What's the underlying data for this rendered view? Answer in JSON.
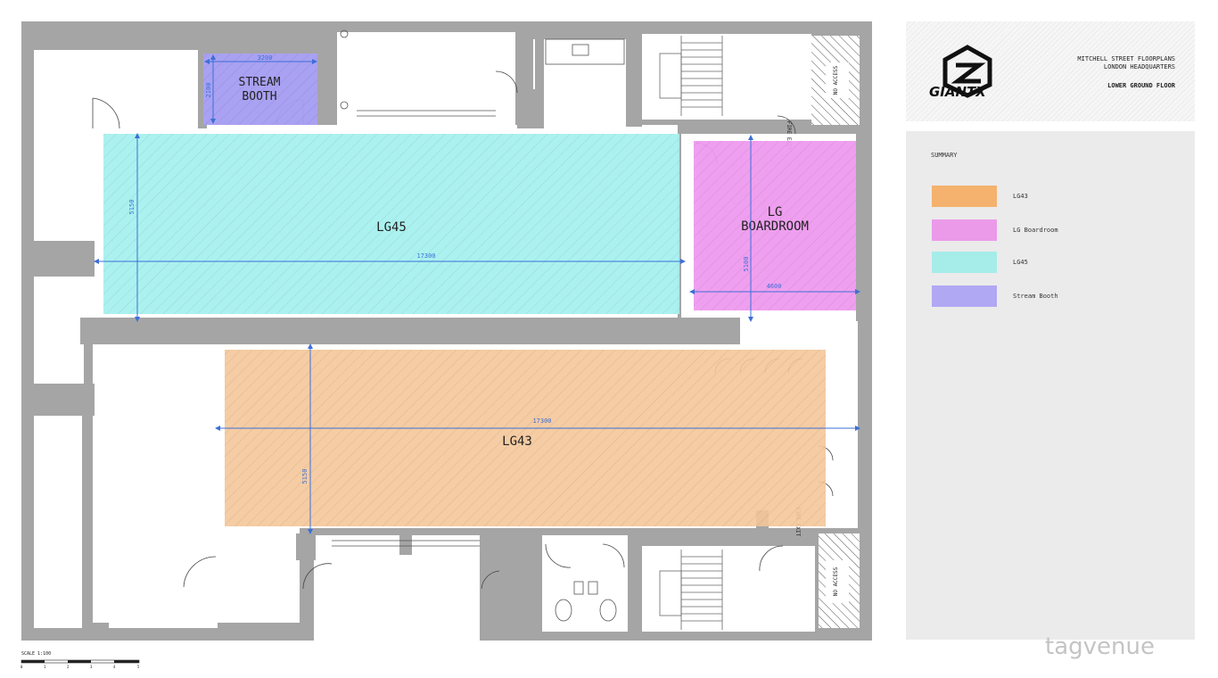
{
  "rooms": {
    "stream_booth": {
      "name": "STREAM\nBOOTH",
      "width": "3200",
      "height": "2100"
    },
    "lg45": {
      "name": "LG45",
      "width": "17300",
      "height": "5150"
    },
    "lg_boardroom": {
      "name": "LG\nBOARDROOM",
      "width": "4600",
      "height": "5100"
    },
    "lg43": {
      "name": "LG43",
      "width": "17300",
      "height": "5150"
    }
  },
  "labels": {
    "no_access": "NO ACCESS",
    "fire_exit": "FIRE EXIT"
  },
  "title_block": {
    "logo_text": "GIANTX",
    "line1": "MITCHELL STREET FLOORPLANS",
    "line2": "LONDON HEADQUARTERS",
    "floor": "LOWER GROUND FLOOR"
  },
  "summary": {
    "heading": "SUMMARY",
    "items": [
      {
        "label": "LG43",
        "color": "#f4b26e"
      },
      {
        "label": "LG Boardroom",
        "color": "#eb9ae9"
      },
      {
        "label": "LG45",
        "color": "#a6ece9"
      },
      {
        "label": "Stream Booth",
        "color": "#b1a8f3"
      }
    ]
  },
  "scale": {
    "label": "SCALE 1:100",
    "ticks": [
      "0",
      "1",
      "2",
      "3",
      "4",
      "5"
    ]
  },
  "watermark": "tagvenue",
  "colors": {
    "wall": "#a5a5a5",
    "dimension": "#3b6fd8",
    "stream_booth": "#a9a0f6",
    "lg45": "#a6f0ee",
    "lg_boardroom": "#ee9aee",
    "lg43": "#f4c699"
  }
}
